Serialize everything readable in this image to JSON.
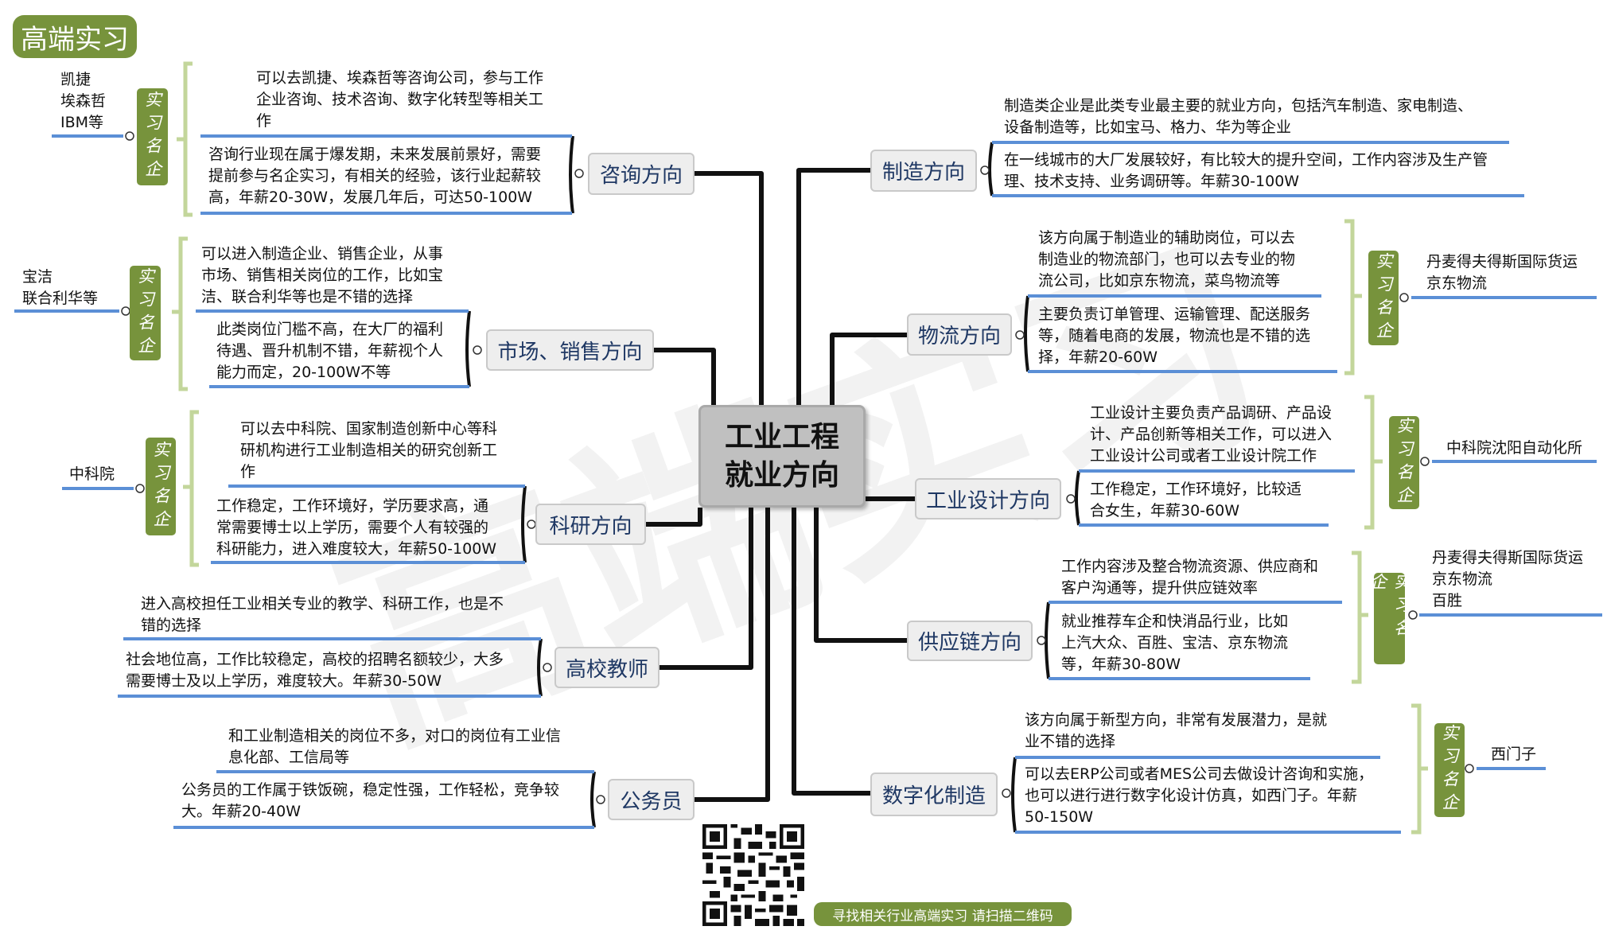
{
  "logo": "高端实习",
  "watermark": "高端实习",
  "center": {
    "line1": "工业工程",
    "line2": "就业方向"
  },
  "tag_label": "实习名企",
  "colors": {
    "green": "#77933c",
    "bracket": "#c3d69b",
    "underline": "#5b8fd6",
    "topic_text": "#1f3864"
  },
  "branches": {
    "consulting": {
      "label": "咨询方向",
      "top": "可以去凯捷、埃森哲等咨询公司，参与工作\n企业咨询、技术咨询、数字化转型等相关工\n作",
      "bottom": "咨询行业现在属于爆发期，未来发展前景好，需要\n提前参与名企实习，有相关的经验，该行业起薪较\n高，年薪20-30W，发展几年后，可达50-100W",
      "companies": "凯捷\n埃森哲\nIBM等"
    },
    "sales": {
      "label": "市场、销售方向",
      "top": "可以进入制造企业、销售企业，从事\n市场、销售相关岗位的工作，比如宝\n洁、联合利华等也是不错的选择",
      "bottom": "此类岗位门槛不高，在大厂的福利\n待遇、晋升机制不错，年薪视个人\n能力而定，20-100W不等",
      "companies": "宝洁\n联合利华等"
    },
    "research": {
      "label": "科研方向",
      "top": "可以去中科院、国家制造创新中心等科\n研机构进行工业制造相关的研究创新工\n作",
      "bottom": "工作稳定，工作环境好，学历要求高，通\n常需要博士以上学历，需要个人有较强的\n科研能力，进入难度较大，年薪50-100W",
      "companies": "中科院"
    },
    "teacher": {
      "label": "高校教师",
      "top": "进入高校担任工业相关专业的教学、科研工作，也是不\n错的选择",
      "bottom": "社会地位高，工作比较稳定，高校的招聘名额较少，大多\n需要博士及以上学历，难度较大。年薪30-50W"
    },
    "civil": {
      "label": "公务员",
      "top": "和工业制造相关的岗位不多，对口的岗位有工业信\n息化部、工信局等",
      "bottom": "公务员的工作属于铁饭碗，稳定性强，工作轻松，竞争较\n大。年薪20-40W"
    },
    "manufacturing": {
      "label": "制造方向",
      "top": "制造类企业是此类专业最主要的就业方向，包括汽车制造、家电制造、\n设备制造等，比如宝马、格力、华为等企业",
      "bottom": "在一线城市的大厂发展较好，有比较大的提升空间，工作内容涉及生产管\n理、技术支持、业务调研等。年薪30-100W"
    },
    "logistics": {
      "label": "物流方向",
      "top": "该方向属于制造业的辅助岗位，可以去\n制造业的物流部门，也可以去专业的物\n流公司，比如京东物流，菜鸟物流等",
      "bottom": "主要负责订单管理、运输管理、配送服务\n等，随着电商的发展，物流也是不错的选\n择，年薪20-60W",
      "companies": "丹麦得夫得斯国际货运\n京东物流"
    },
    "design": {
      "label": "工业设计方向",
      "top": "工业设计主要负责产品调研、产品设\n计、产品创新等相关工作，可以进入\n工业设计公司或者工业设计院工作",
      "bottom": "工作稳定，工作环境好，比较适\n合女生，年薪30-60W",
      "companies": "中科院沈阳自动化所"
    },
    "supply": {
      "label": "供应链方向",
      "top": "工作内容涉及整合物流资源、供应商和\n客户沟通等，提升供应链效率",
      "bottom": "就业推荐车企和快消品行业，比如\n上汽大众、百胜、宝洁、京东物流\n等，年薪30-80W",
      "companies": "丹麦得夫得斯国际货运\n京东物流\n百胜"
    },
    "digital": {
      "label": "数字化制造",
      "top": "该方向属于新型方向，非常有发展潜力，是就\n业不错的选择",
      "bottom": "可以去ERP公司或者MES公司去做设计咨询和实施，\n也可以进行进行数字化设计仿真，如西门子。年薪\n50-150W",
      "companies": "西门子"
    }
  },
  "qr_caption": "寻找相关行业高端实习  请扫描二维码"
}
